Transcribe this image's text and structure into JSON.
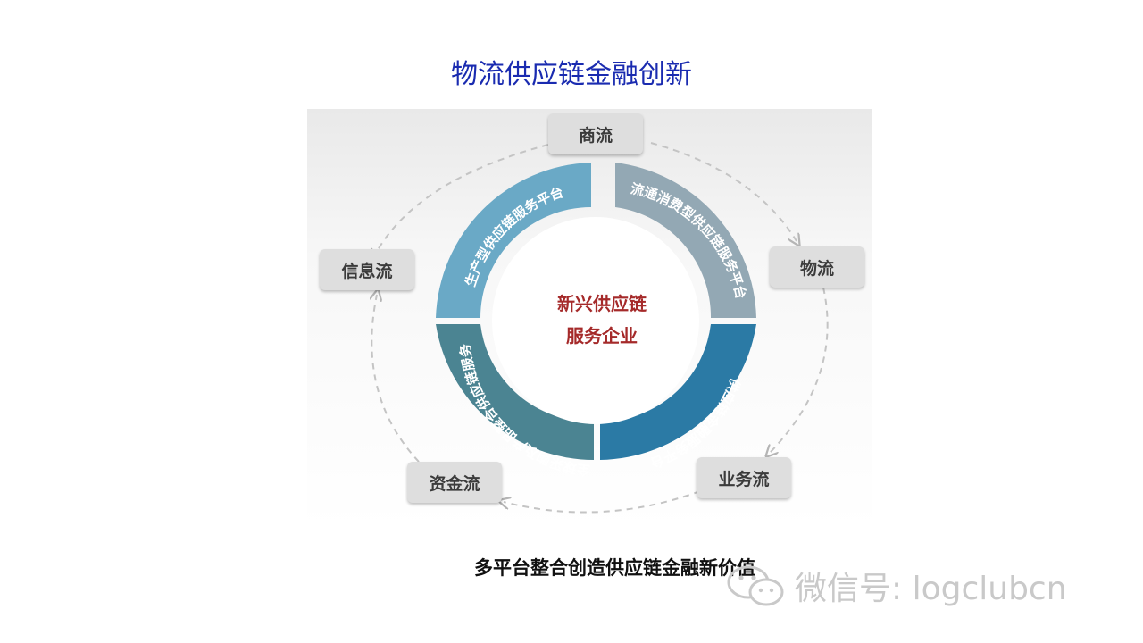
{
  "title": "物流供应链金融创新",
  "center": {
    "line1": "新兴供应链",
    "line2": "服务企业"
  },
  "quadrants": [
    {
      "label": "生产型供应链服务平台",
      "color": "#6aa9c6"
    },
    {
      "label": "流通消费型供应链服务平台",
      "color": "#93a8b4"
    },
    {
      "label": "供应链金融服务平台",
      "color": "#2b7aa5"
    },
    {
      "label": "全球采购及产品整合供应链服务",
      "color": "#4b8492"
    }
  ],
  "nodes": {
    "commerce": "商流",
    "logistics": "物流",
    "business": "业务流",
    "capital": "资金流",
    "information": "信息流"
  },
  "subtitle": "多平台整合创造供应链金融新价值",
  "watermark": {
    "icon": "wechat-icon",
    "text": "微信号: logclubcn"
  }
}
